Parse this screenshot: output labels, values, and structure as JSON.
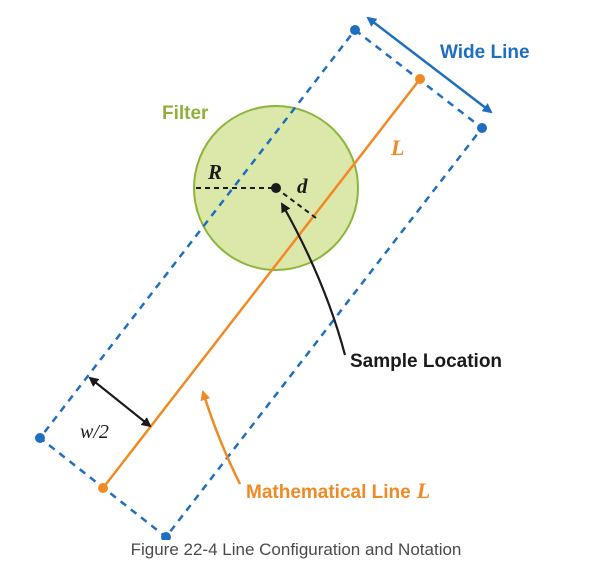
{
  "figure": {
    "caption": "Figure 22-4 Line Configuration and Notation",
    "labels": {
      "wide_line": "Wide Line",
      "filter": "Filter",
      "line_L": "L",
      "radius": "R",
      "distance": "d",
      "sample_location": "Sample Location",
      "half_width": "w/2",
      "mathematical_line": "Mathematical Line",
      "mathematical_line_symbol": "L"
    },
    "colors": {
      "wide_line": "#1f6fc0",
      "mathematical_line": "#f08a24",
      "filter_fill": "#dbe8a9",
      "filter_stroke": "#8db43a",
      "filter_label": "#8fb03a",
      "dark": "#1a1a1a"
    }
  }
}
